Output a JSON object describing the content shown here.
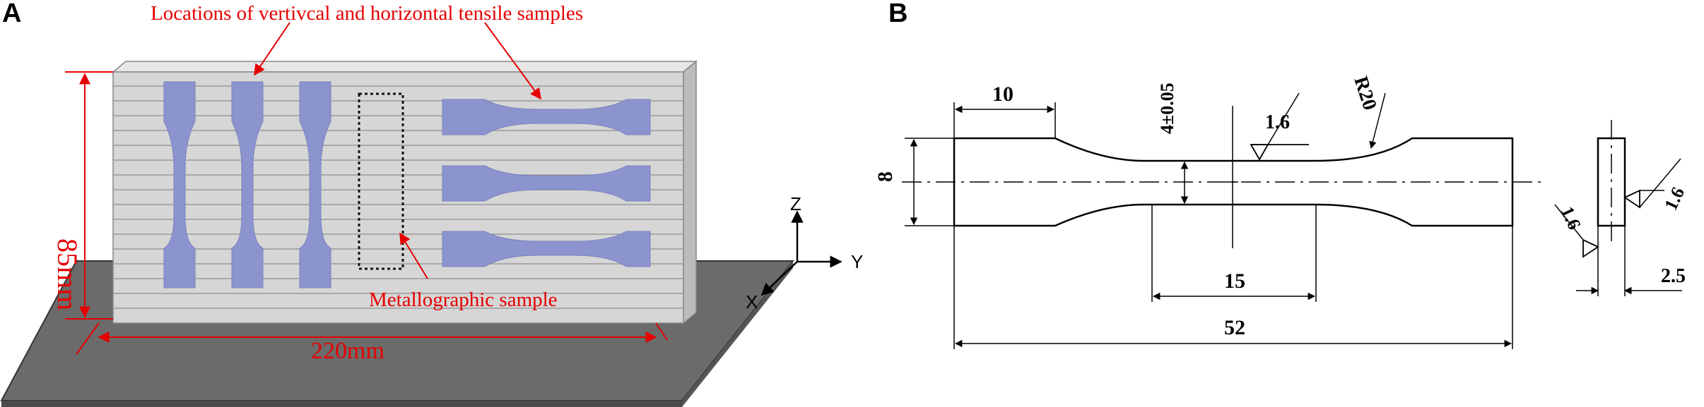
{
  "panels": {
    "a": {
      "letter": "A",
      "label_samples": "Locations of vertivcal and horizontal tensile samples",
      "label_metallographic": "Metallographic sample",
      "height_dim": "85mm",
      "length_dim": "220mm",
      "axes": {
        "z": "Z",
        "y": "Y",
        "x": "X"
      },
      "colors": {
        "annotation": "#e60000",
        "sample": "#8c94cf",
        "wall": "#d4d4d4",
        "substrate": "#666666"
      }
    },
    "b": {
      "letter": "B",
      "dims": {
        "grip_length": "10",
        "thickness_tolerance": "4±0.05",
        "roughness_top": "1.6",
        "radius": "R20",
        "width": "8",
        "gauge_length": "15",
        "total_length": "52",
        "side_roughness_right": "1.6",
        "side_roughness_left": "1.6",
        "side_thickness": "2.5"
      }
    }
  }
}
